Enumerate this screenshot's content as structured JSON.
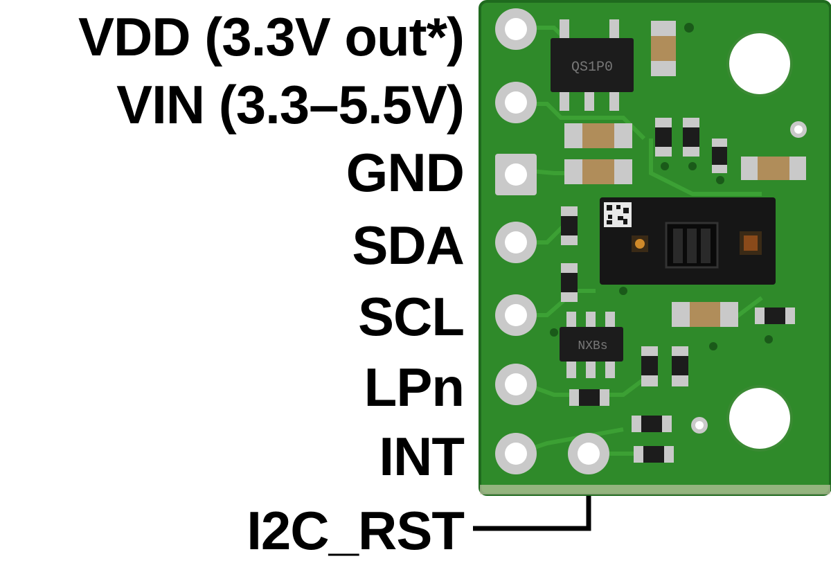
{
  "pin_labels": [
    "VDD (3.3V out*)",
    "VIN (3.3–5.5V)",
    "GND",
    "SDA",
    "SCL",
    "LPn",
    "INT",
    "I2C_RST"
  ],
  "ic_markings": {
    "regulator": "QS1P0",
    "level_shifter": "NXBs"
  },
  "colors": {
    "pcb": "#2f8a2a",
    "pcb_dark": "#1f6a1e",
    "pad": "#c9c9c9",
    "text": "#000000"
  }
}
